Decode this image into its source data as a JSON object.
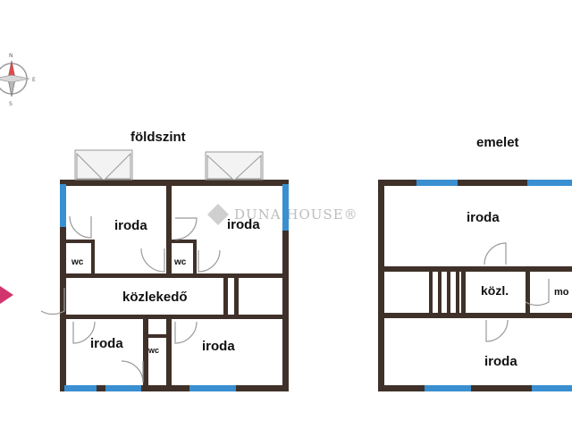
{
  "floors": {
    "ground": {
      "title": "földszint",
      "rooms": {
        "office_top_left": "iroda",
        "office_top_right": "iroda",
        "wc_left": "wc",
        "wc_middle": "wc",
        "corridor": "közlekedő",
        "office_bottom_left": "iroda",
        "wc_bottom": "wc",
        "office_bottom_right": "iroda"
      }
    },
    "upper": {
      "title": "emelet",
      "rooms": {
        "office_top": "iroda",
        "corridor": "közl.",
        "partial_room": "mo",
        "office_bottom": "iroda"
      }
    }
  },
  "watermark": "DUNA HOUSE®",
  "compass": {
    "n": "N",
    "e": "E",
    "s": "S"
  },
  "colors": {
    "wall": "#3f3129",
    "window": "#3a8fd0",
    "entry_arrow": "#d2356d",
    "door": "#9a9a9a"
  }
}
